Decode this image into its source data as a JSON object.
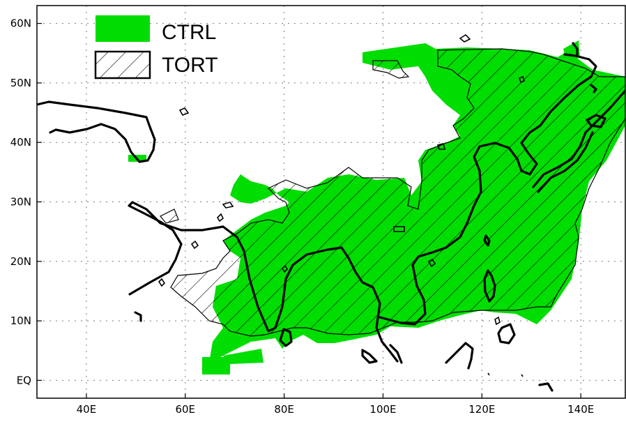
{
  "map": {
    "lon_range": [
      30,
      149
    ],
    "lat_range": [
      -3,
      63
    ],
    "x_ticks": [
      {
        "value": 40,
        "label": "40E"
      },
      {
        "value": 60,
        "label": "60E"
      },
      {
        "value": 80,
        "label": "80E"
      },
      {
        "value": 100,
        "label": "100E"
      },
      {
        "value": 120,
        "label": "120E"
      },
      {
        "value": 140,
        "label": "140E"
      }
    ],
    "y_ticks": [
      {
        "value": 0,
        "label": "EQ"
      },
      {
        "value": 10,
        "label": "10N"
      },
      {
        "value": 20,
        "label": "20N"
      },
      {
        "value": 30,
        "label": "30N"
      },
      {
        "value": 40,
        "label": "40N"
      },
      {
        "value": 50,
        "label": "50N"
      },
      {
        "value": 60,
        "label": "60N"
      }
    ],
    "grid": "dotted",
    "colors": {
      "ctrl_fill": "#00dd00",
      "coast": "#000000",
      "frame": "#000000"
    }
  },
  "legend": {
    "placement": "top-left",
    "items": [
      {
        "label": "CTRL",
        "style": "solid-green"
      },
      {
        "label": "TORT",
        "style": "hatched"
      }
    ]
  }
}
